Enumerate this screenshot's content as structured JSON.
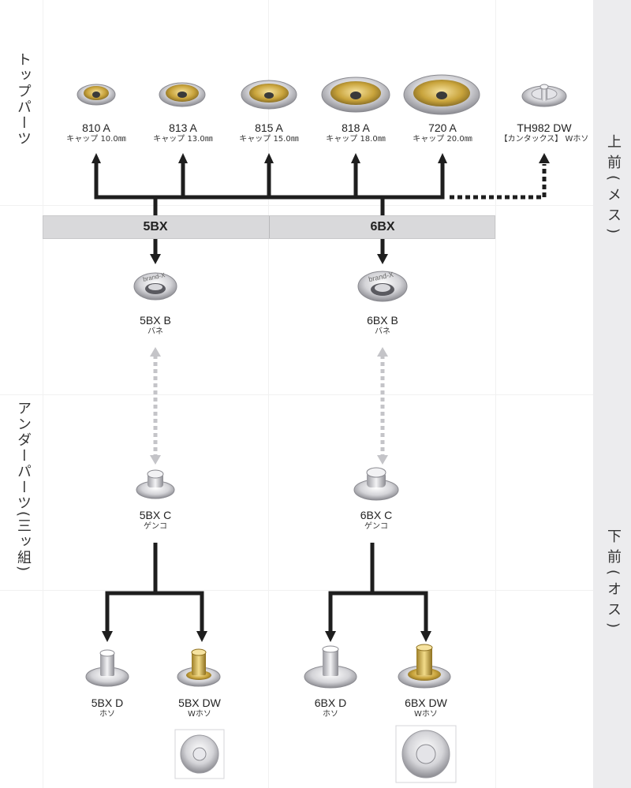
{
  "side_labels": {
    "top_parts": "トップパーツ",
    "under_parts": "アンダーパーツ(三ッ組)",
    "upper": "上前(メス)",
    "lower": "下前(オス)"
  },
  "groups": {
    "left": "5BX",
    "right": "6BX"
  },
  "top_parts": [
    {
      "code": "810 A",
      "desc": "キャップ 10.0㎜"
    },
    {
      "code": "813 A",
      "desc": "キャップ 13.0㎜"
    },
    {
      "code": "815 A",
      "desc": "キャップ 15.0㎜"
    },
    {
      "code": "818 A",
      "desc": "キャップ 18.0㎜"
    },
    {
      "code": "720 A",
      "desc": "キャップ 20.0㎜"
    },
    {
      "code": "TH982 DW",
      "desc": "【カンタックス】 Wホソ"
    }
  ],
  "springs": [
    {
      "code": "5BX B",
      "desc": "バネ"
    },
    {
      "code": "6BX B",
      "desc": "バネ"
    }
  ],
  "studs": [
    {
      "code": "5BX C",
      "desc": "ゲンコ"
    },
    {
      "code": "6BX C",
      "desc": "ゲンコ"
    }
  ],
  "posts": [
    {
      "code": "5BX D",
      "desc": "ホソ"
    },
    {
      "code": "5BX DW",
      "desc": "Wホソ"
    },
    {
      "code": "6BX D",
      "desc": "ホソ"
    },
    {
      "code": "6BX DW",
      "desc": "Wホソ"
    }
  ],
  "stamp_text": "brand-X",
  "colors": {
    "gold": "#c9a43c",
    "silver": "#c8c8cc",
    "bar": "#d9d9db",
    "band": "#ececee"
  }
}
